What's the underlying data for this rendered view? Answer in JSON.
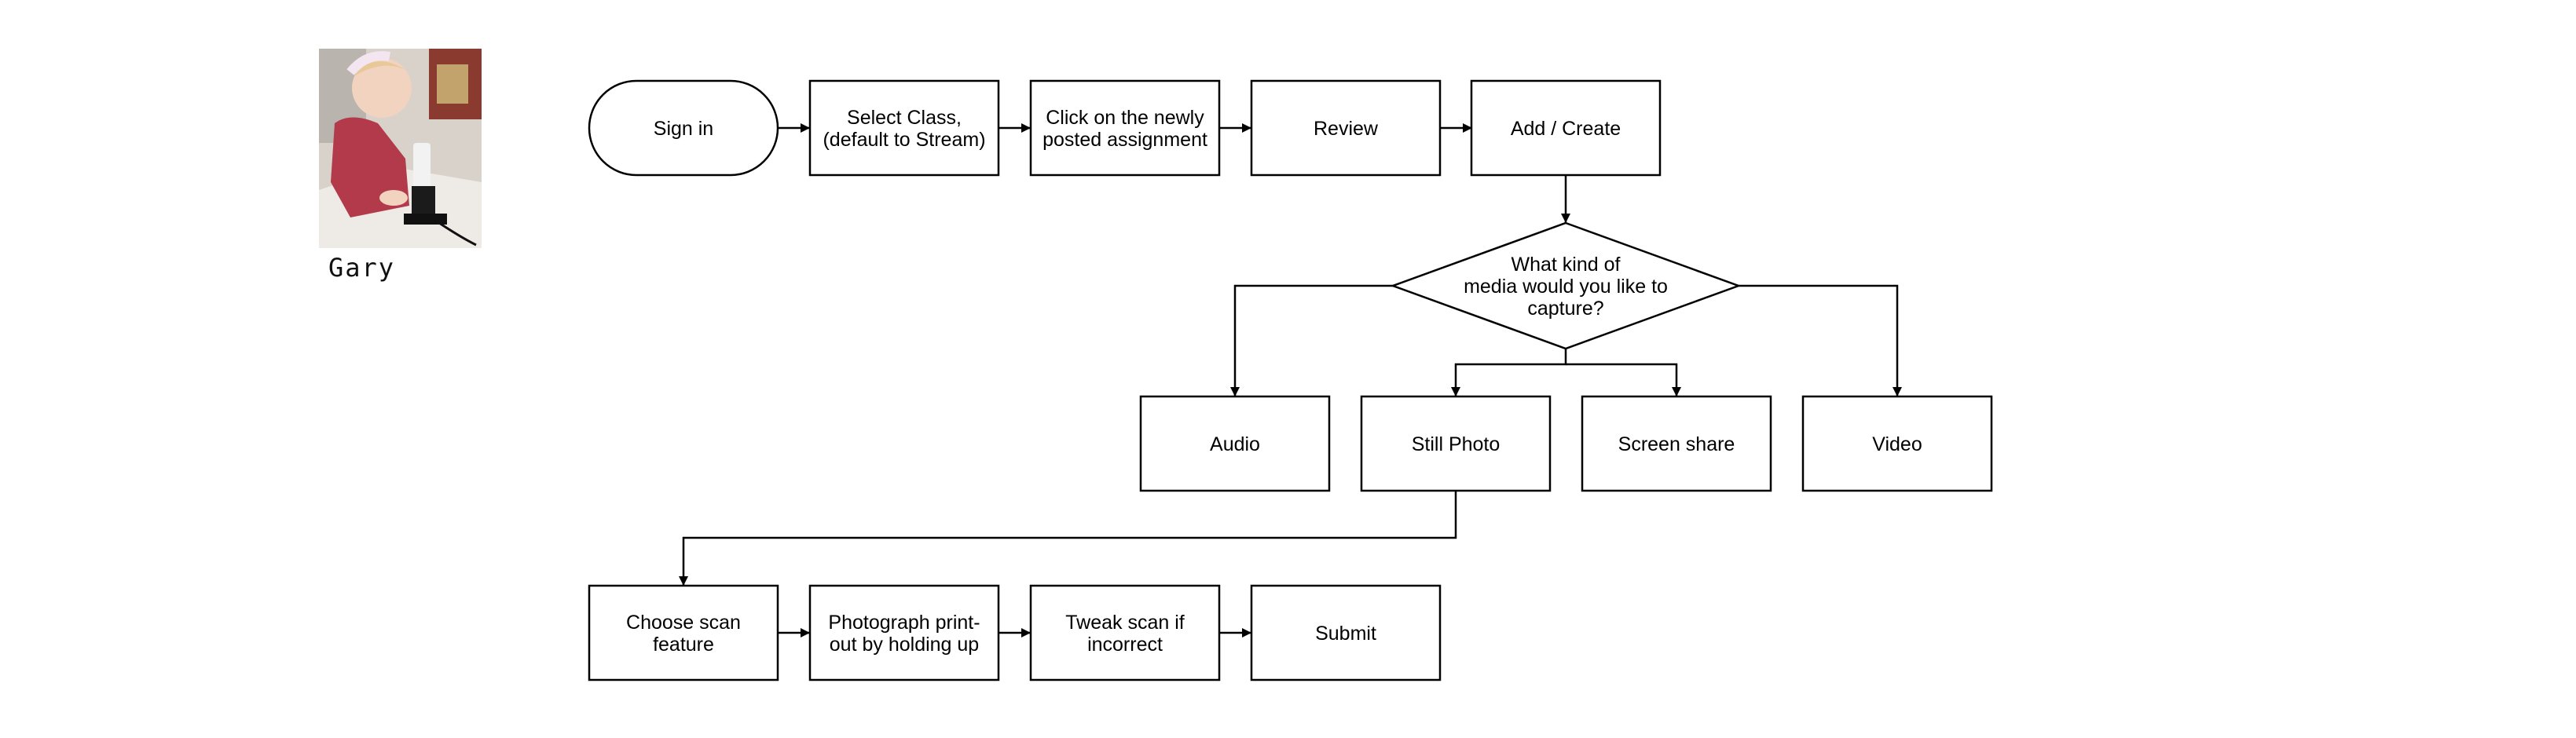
{
  "persona": {
    "name": "Gary",
    "photo_icon": "child-with-microscope-photo"
  },
  "flowchart": {
    "nodes": {
      "sign_in": [
        "Sign in"
      ],
      "select_class": [
        "Select Class,",
        "(default to Stream)"
      ],
      "click_assignment": [
        "Click on the newly",
        "posted assignment"
      ],
      "review": [
        "Review"
      ],
      "add_create": [
        "Add / Create"
      ],
      "media_question": [
        "What kind of",
        "media would you like to",
        "capture?"
      ],
      "audio": [
        "Audio"
      ],
      "still_photo": [
        "Still Photo"
      ],
      "screen_share": [
        "Screen share"
      ],
      "video": [
        "Video"
      ],
      "choose_scan": [
        "Choose scan",
        "feature"
      ],
      "photograph_printout": [
        "Photograph print-",
        "out by holding up"
      ],
      "tweak_scan": [
        "Tweak scan if",
        "incorrect"
      ],
      "submit": [
        "Submit"
      ]
    },
    "colors": {
      "stroke": "#000000",
      "fill": "#ffffff",
      "text": "#000000"
    }
  }
}
